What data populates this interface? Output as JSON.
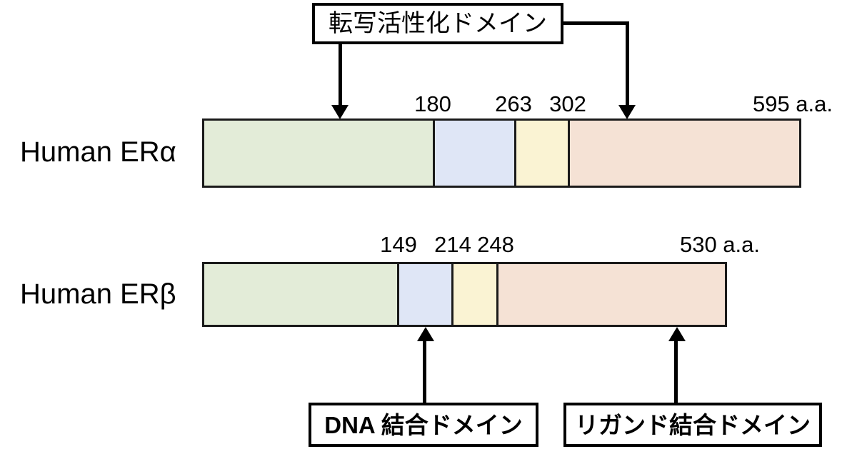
{
  "figure": {
    "title_present": false,
    "background": "#ffffff",
    "outline_color": "#1a1a1a"
  },
  "domain_colors": {
    "ntd_green": "#e3ecd8",
    "dbd_blue": "#dfe6f6",
    "hinge_yellow": "#faf3d3",
    "lbd_pink": "#f5e2d5"
  },
  "proteins": [
    {
      "id": "human-er-alpha",
      "label": "Human ERα",
      "length_label": "595 a.a.",
      "boundary_labels": [
        "180",
        "263",
        "302"
      ],
      "segments": [
        {
          "name": "ntd",
          "color": "#e3ecd8"
        },
        {
          "name": "dbd",
          "color": "#dfe6f6"
        },
        {
          "name": "hinge",
          "color": "#faf3d3"
        },
        {
          "name": "lbd",
          "color": "#f5e2d5"
        }
      ]
    },
    {
      "id": "human-er-beta",
      "label": "Human ERβ",
      "length_label": "530 a.a.",
      "boundary_labels": [
        "149",
        "214",
        "248"
      ],
      "segments": [
        {
          "name": "ntd",
          "color": "#e3ecd8"
        },
        {
          "name": "dbd",
          "color": "#dfe6f6"
        },
        {
          "name": "hinge",
          "color": "#faf3d3"
        },
        {
          "name": "lbd",
          "color": "#f5e2d5"
        }
      ]
    }
  ],
  "callouts": {
    "transactivation": {
      "text": "転写活性化ドメイン",
      "bold": false
    },
    "dna_binding": {
      "text": "DNA 結合ドメイン",
      "bold": true
    },
    "ligand_binding": {
      "text": "リガンド結合ドメイン",
      "bold": true
    }
  }
}
